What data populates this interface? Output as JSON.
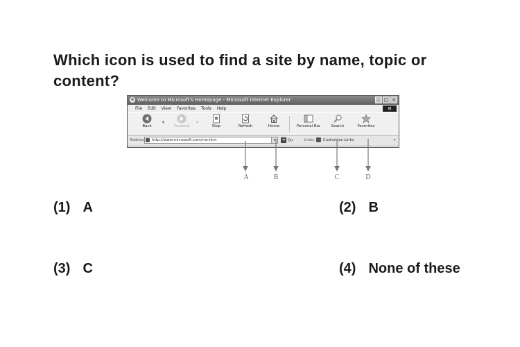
{
  "question": "Which icon is used to find a site by name, topic or content?",
  "browser": {
    "title": "Welcome to Microsoft's Homepage - Microsoft Internet Explorer",
    "menu": [
      "File",
      "Edit",
      "View",
      "Favorites",
      "Tools",
      "Help"
    ],
    "toolbar": {
      "back": "Back",
      "forward": "Forward",
      "stop": "Stop",
      "refresh": "Refresh",
      "home": "Home",
      "personal_bar": "Personal Bar",
      "search": "Search",
      "favorites": "Favorites"
    },
    "address_label": "Address",
    "address_value": "http://www.microsoft.com/ms.htm",
    "go_label": "Go",
    "links_label": "Links",
    "customize_links": "Customize Links"
  },
  "arrow_labels": [
    "A",
    "B",
    "C",
    "D"
  ],
  "options": [
    {
      "num": "(1)",
      "text": "A"
    },
    {
      "num": "(2)",
      "text": "B"
    },
    {
      "num": "(3)",
      "text": "C"
    },
    {
      "num": "(4)",
      "text": "None of these"
    }
  ]
}
